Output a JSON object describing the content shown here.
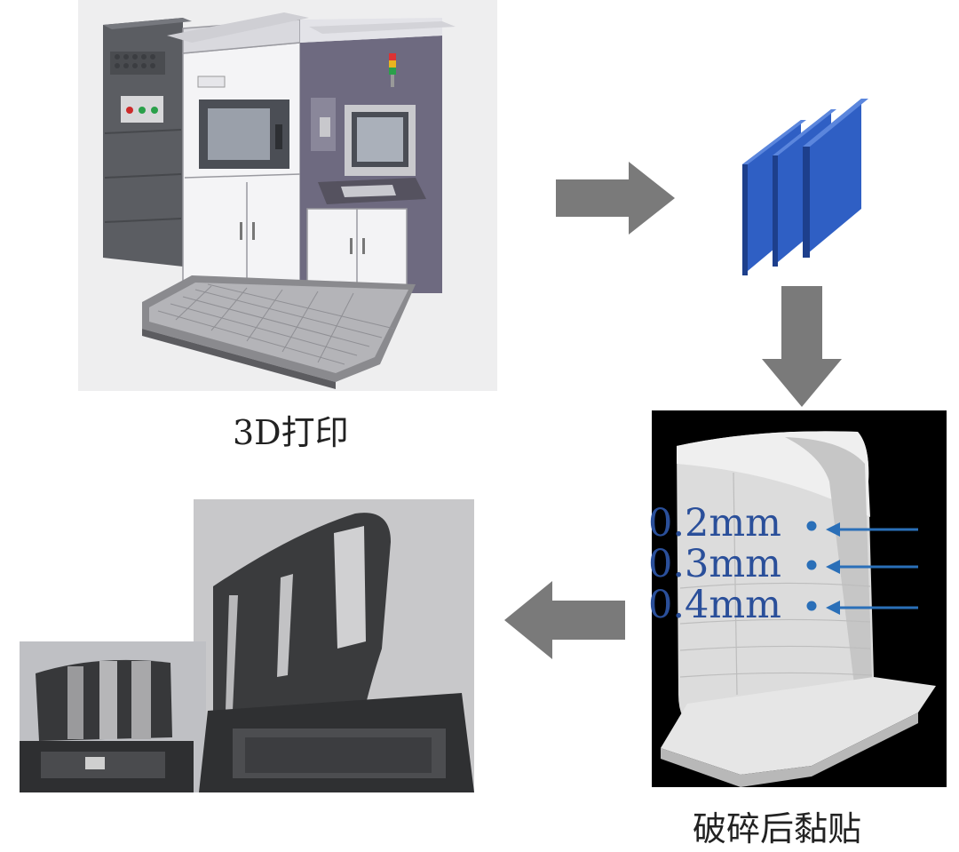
{
  "captions": {
    "printing": "3D打印",
    "bonding": "破碎后黏贴"
  },
  "thickness_labels": [
    "0.2mm",
    "0.3mm",
    "0.4mm"
  ],
  "colors": {
    "arrow": "#7a7a7a",
    "plate": "#2f5fc4",
    "label": "#2a4f9a",
    "indicator": "#2a6fb8",
    "scan_background": "#000000"
  },
  "icons": {
    "printer": "3d-printer-machine-icon",
    "plates": "printed-plates-icon",
    "scan": "scanned-blade-icon",
    "photo": "bonded-blade-photo-icon"
  }
}
